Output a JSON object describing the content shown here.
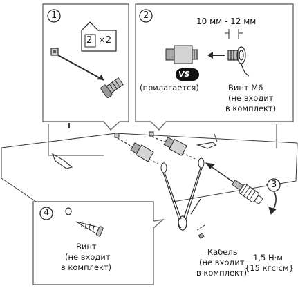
{
  "steps": {
    "s1": "1",
    "s2": "2",
    "s3": "3",
    "s4": "4"
  },
  "step1": {
    "count_box": "2",
    "multiplier": "×2"
  },
  "step2": {
    "gap": "10 мм - 12 мм",
    "badge": "VS",
    "supplied": "(прилагается)",
    "screw_line1": "Винт M6",
    "screw_line2": "(не входит",
    "screw_line3": "в комплект)"
  },
  "step3": {
    "torque1": "1,5 Н·м",
    "torque2": "{15 кгс·см}"
  },
  "step4": {
    "screw_line1": "Винт",
    "screw_line2": "(не входит",
    "screw_line3": "в комплект)"
  },
  "cable": {
    "line1": "Кабель",
    "line2": "(не входит",
    "line3": "в комплект)"
  },
  "colors": {
    "panel_border": "#6e6e6e",
    "line": "#2a2a2a",
    "badge_bg": "#111111",
    "badge_text": "#ffffff"
  }
}
